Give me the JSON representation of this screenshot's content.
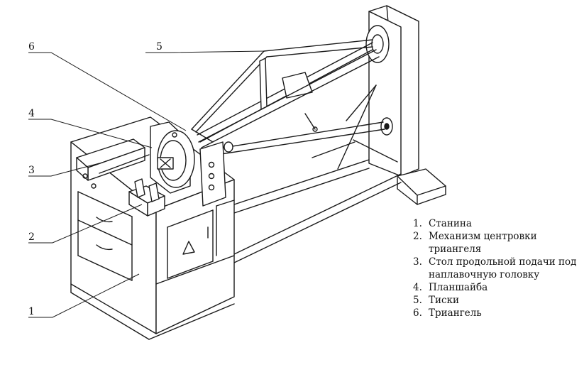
{
  "callouts": [
    {
      "num": "1"
    },
    {
      "num": "2"
    },
    {
      "num": "3"
    },
    {
      "num": "4"
    },
    {
      "num": "5"
    },
    {
      "num": "6"
    }
  ],
  "legend": [
    {
      "num": "1.",
      "text": "Станина"
    },
    {
      "num": "2.",
      "text": "Механизм центровки триангеля"
    },
    {
      "num": "3.",
      "text": "Стол продольной подачи под наплавочную головку"
    },
    {
      "num": "4.",
      "text": "Планшайба"
    },
    {
      "num": "5.",
      "text": "Тиски"
    },
    {
      "num": "6.",
      "text": "Триангель"
    }
  ]
}
